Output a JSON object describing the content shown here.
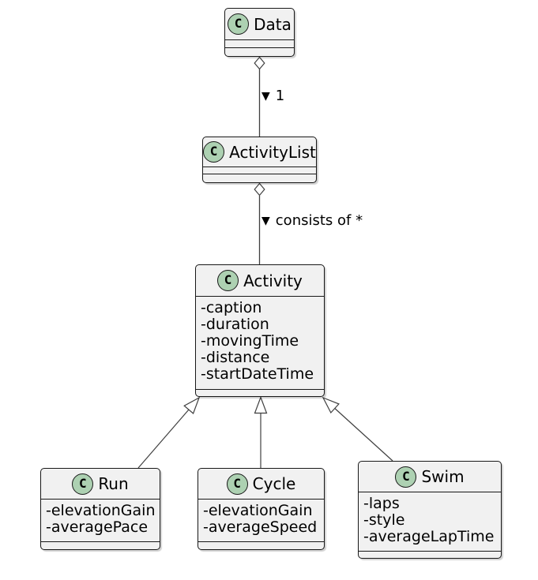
{
  "diagram": {
    "classes": [
      {
        "id": "data",
        "stereotype": "C",
        "name": "Data",
        "attributes": []
      },
      {
        "id": "activitylist",
        "stereotype": "C",
        "name": "ActivityList",
        "attributes": []
      },
      {
        "id": "activity",
        "stereotype": "C",
        "name": "Activity",
        "attributes": [
          "-caption",
          "-duration",
          "-movingTime",
          "-distance",
          "-startDateTime"
        ]
      },
      {
        "id": "run",
        "stereotype": "C",
        "name": "Run",
        "attributes": [
          "-elevationGain",
          "-averagePace"
        ]
      },
      {
        "id": "cycle",
        "stereotype": "C",
        "name": "Cycle",
        "attributes": [
          "-elevationGain",
          "-averageSpeed"
        ]
      },
      {
        "id": "swim",
        "stereotype": "C",
        "name": "Swim",
        "attributes": [
          "-laps",
          "-style",
          "-averageLapTime"
        ]
      }
    ],
    "edges": [
      {
        "from": "Data",
        "to": "ActivityList",
        "type": "aggregation",
        "arrow": "▼",
        "label": "1"
      },
      {
        "from": "ActivityList",
        "to": "Activity",
        "type": "aggregation",
        "arrow": "▼",
        "label": "consists of *"
      },
      {
        "from": "Run",
        "to": "Activity",
        "type": "inheritance",
        "arrow": "",
        "label": ""
      },
      {
        "from": "Cycle",
        "to": "Activity",
        "type": "inheritance",
        "arrow": "",
        "label": ""
      },
      {
        "from": "Swim",
        "to": "Activity",
        "type": "inheritance",
        "arrow": "",
        "label": ""
      }
    ],
    "colors": {
      "box_fill": "#f1f1f1",
      "box_border": "#181818",
      "circle_fill": "#ADD1B2",
      "line": "#3f3f3f",
      "text": "#000000"
    }
  }
}
